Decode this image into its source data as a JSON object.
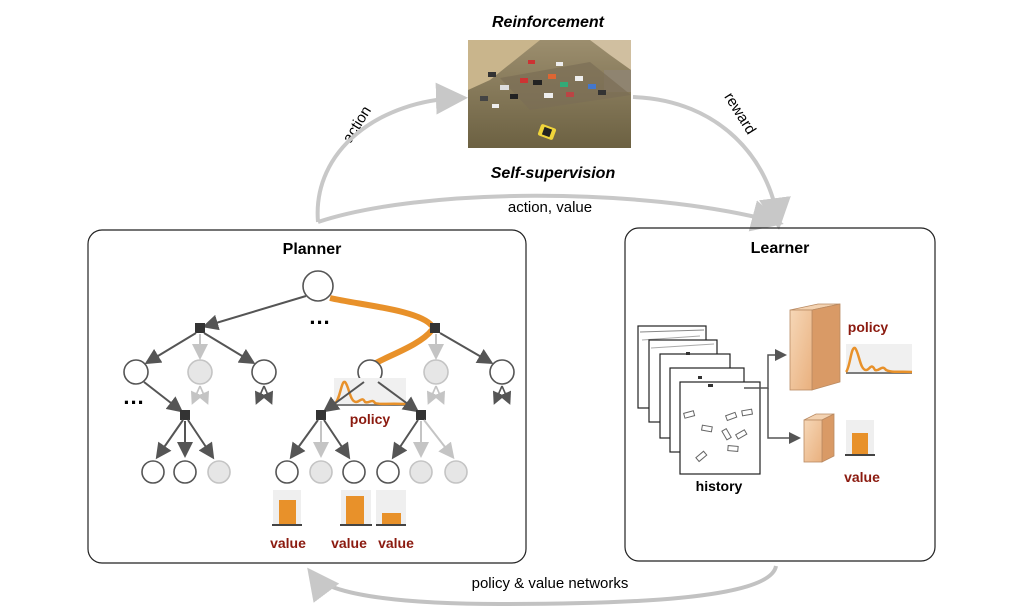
{
  "top": {
    "reinforcement": "Reinforcement",
    "self_supervision": "Self-supervision",
    "action": "action",
    "reward": "reward",
    "action_value": "action, value"
  },
  "planner": {
    "title": "Planner",
    "ellipsis": "...",
    "policy": "policy",
    "value": "value"
  },
  "learner": {
    "title": "Learner",
    "history": "history",
    "policy": "policy",
    "value": "value"
  },
  "bottom": {
    "networks": "policy & value networks"
  },
  "colors": {
    "accent": "#e8912a",
    "label_red": "#8b1a0f",
    "arrow_gray": "#c8c8c8",
    "node_dark": "#555555",
    "node_light": "#bdbdbd"
  }
}
